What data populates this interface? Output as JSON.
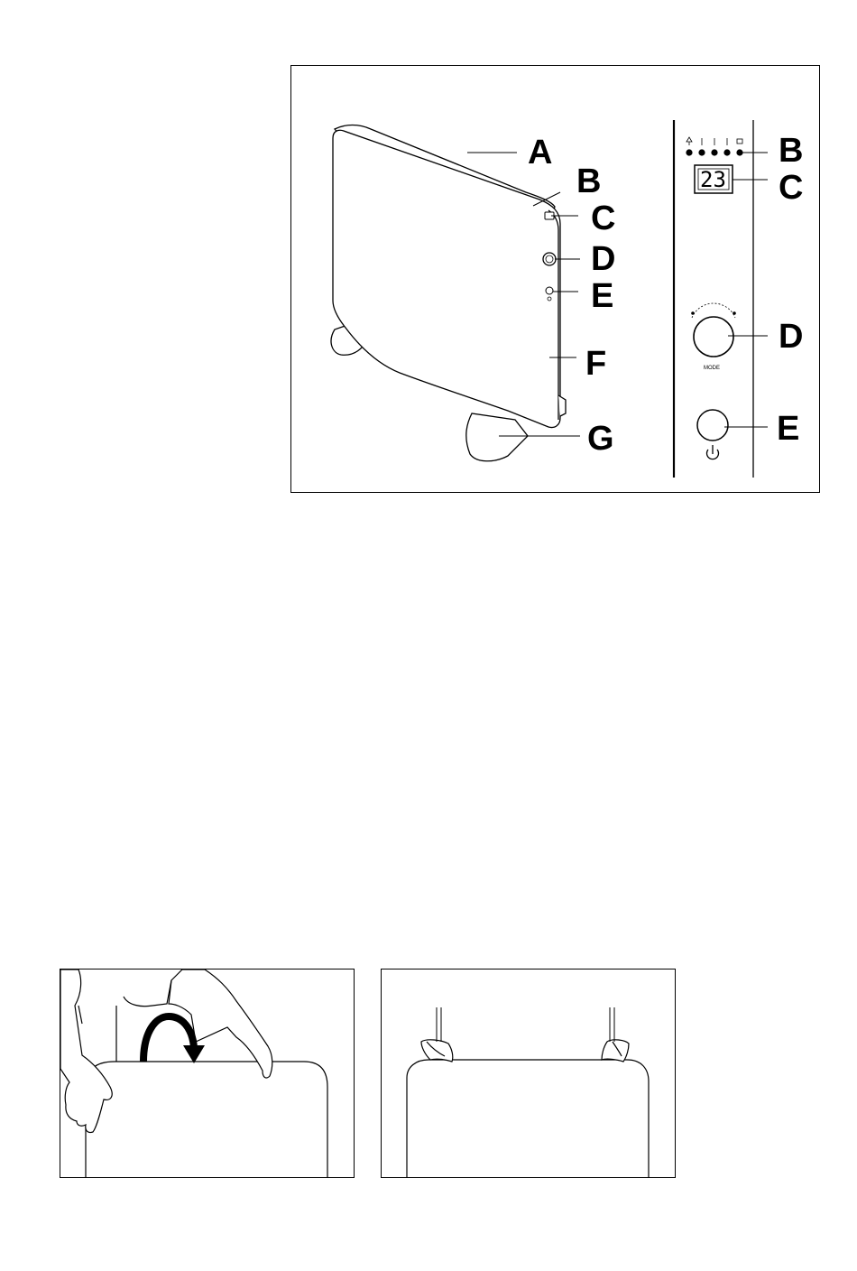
{
  "diagrams": {
    "main": {
      "labels": {
        "a": "A",
        "b_left": "B",
        "c_left": "C",
        "d_left": "D",
        "e_left": "E",
        "f": "F",
        "g": "G",
        "b_right": "B",
        "c_right": "C",
        "d_right": "D",
        "e_right": "E"
      },
      "display_value": "23",
      "knob_text": "MODE"
    },
    "hands": {},
    "feet": {}
  }
}
